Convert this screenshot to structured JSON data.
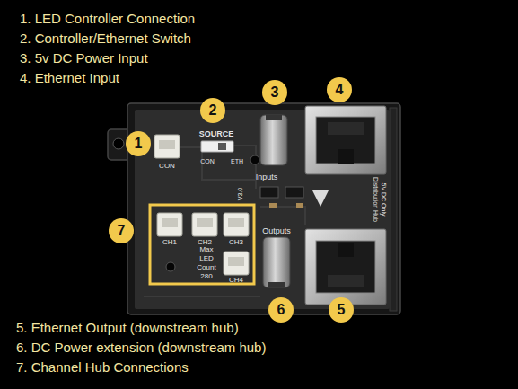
{
  "diagram": {
    "nodes": [
      {
        "text": [
          "1"
        ]
      },
      {
        "text": [
          "2"
        ]
      },
      {
        "text": [
          "3"
        ]
      },
      {
        "text": [
          "4"
        ]
      },
      {
        "text": [
          "5"
        ]
      },
      {
        "text": [
          "6"
        ]
      },
      {
        "text": [
          "7"
        ]
      }
    ],
    "labels": [
      "1. LED Controller Connection",
      "2. Controller/Ethernet Switch",
      "3. 5v DC Power Input",
      "4. Ethernet Input",
      "5. Ethernet Output (downstream hub)",
      "6. DC Power extension (downstream hub)",
      "7. Channel Hub Connections",
      "CON",
      "SOURCE",
      "CON",
      "ETH",
      "Inputs",
      "Outputs",
      "CH1",
      "CH2",
      "CH3",
      "CH4",
      "Max LED Count 280",
      "V3.0",
      "5V DC Only",
      "Distribution Hub"
    ]
  }
}
